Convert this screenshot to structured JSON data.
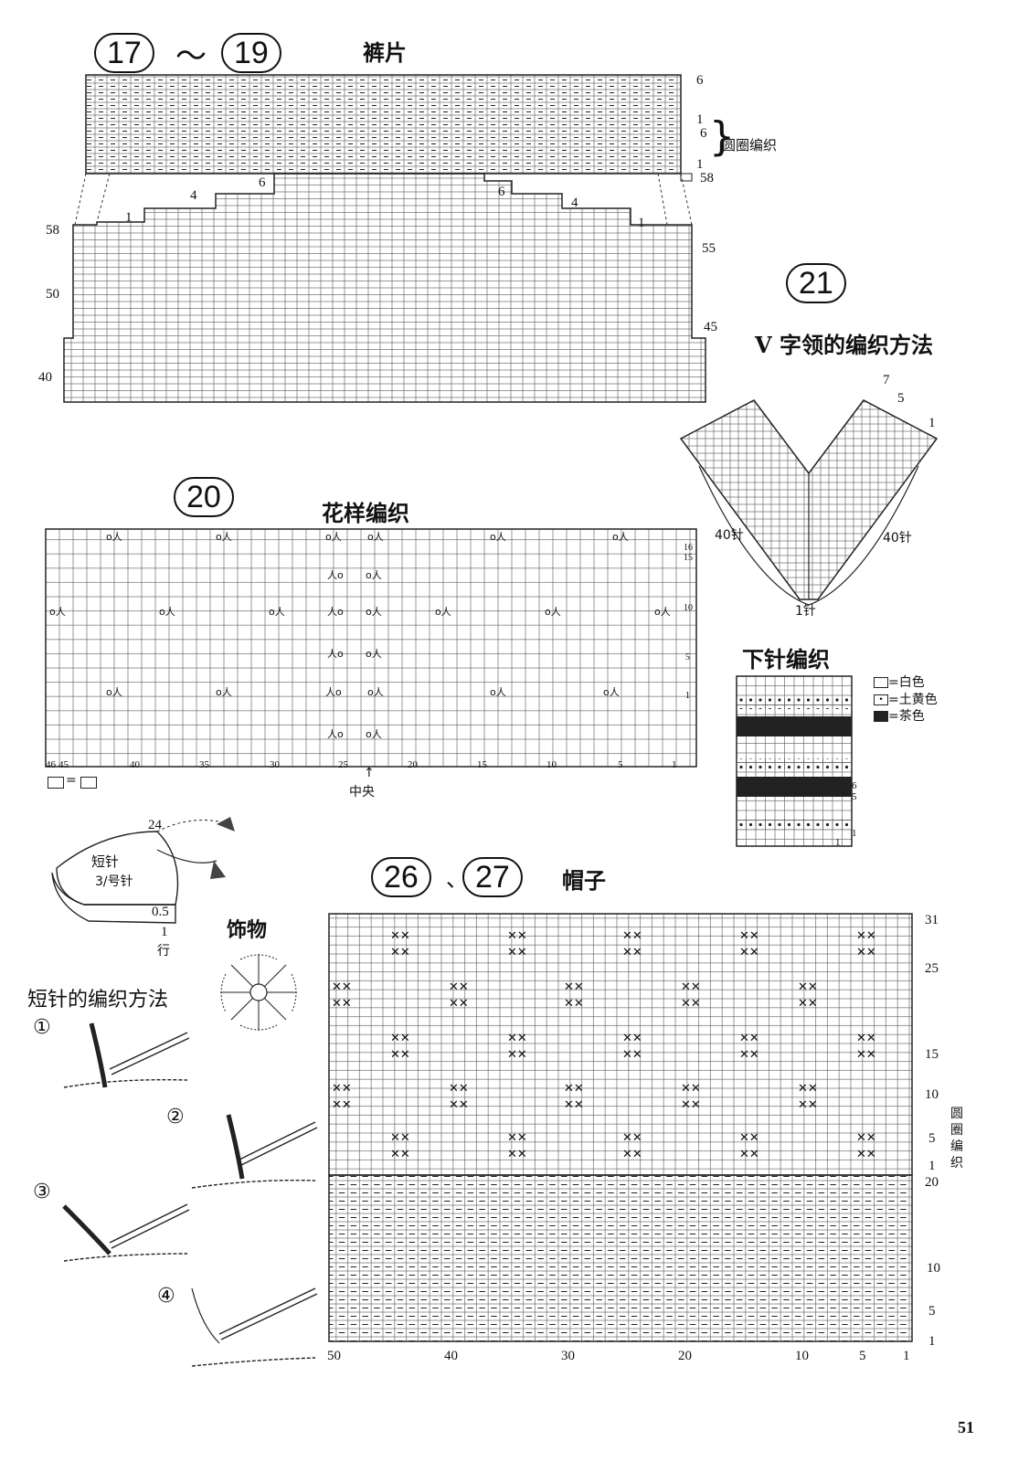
{
  "page_number": "51",
  "section_pants": {
    "badge_a": "17",
    "tilde": "～",
    "badge_b": "19",
    "title": "裤片",
    "right_labels": [
      "6",
      "1",
      "6",
      "1",
      "58",
      "55",
      "45"
    ],
    "left_labels": [
      "58",
      "50",
      "40"
    ],
    "step_labels": [
      "1",
      "4",
      "6",
      "6",
      "4",
      "1"
    ],
    "ribbing_note": "圆圈编织"
  },
  "section_vneck": {
    "badge": "21",
    "title": "V 字领的编织方法",
    "top_labels": [
      "7",
      "5",
      "1"
    ],
    "left_count": "40针",
    "right_count": "40针",
    "center_count": "1针"
  },
  "section_pattern": {
    "badge": "20",
    "title": "花样编织",
    "col_labels": [
      "46",
      "45",
      "40",
      "35",
      "30",
      "25",
      "20",
      "15",
      "10",
      "5",
      "1"
    ],
    "row_labels": [
      "16",
      "15",
      "10",
      "5",
      "1"
    ],
    "center_label": "中央",
    "legend_eq": "="
  },
  "section_stockinette": {
    "title": "下针编织",
    "legend": [
      {
        "swatch": "white",
        "label": "=白色"
      },
      {
        "swatch": "dot",
        "label": "=土黄色"
      },
      {
        "swatch": "dark",
        "label": "=茶色"
      }
    ],
    "row_labels": [
      "6",
      "5",
      "1"
    ],
    "col_label": "1"
  },
  "section_hat_sketch": {
    "top_num": "24",
    "label1": "短针",
    "label2": "3/号针",
    "brim_value": "0.5",
    "brim_rows": "1",
    "brim_unit": "行"
  },
  "section_ornament": {
    "title": "饰物"
  },
  "section_sc": {
    "title": "短针的编织方法",
    "steps": [
      "①",
      "②",
      "③",
      "④"
    ]
  },
  "section_hat": {
    "badge_a": "26",
    "sep": "、",
    "badge_b": "27",
    "title": "帽子",
    "right_labels_upper": [
      "31",
      "25",
      "15",
      "10",
      "5",
      "1"
    ],
    "right_labels_lower": [
      "20",
      "10",
      "5",
      "1"
    ],
    "ribbing_note": [
      "圆",
      "圈",
      "编",
      "织"
    ],
    "col_labels": [
      "50",
      "40",
      "30",
      "20",
      "10",
      "5",
      "1"
    ]
  }
}
